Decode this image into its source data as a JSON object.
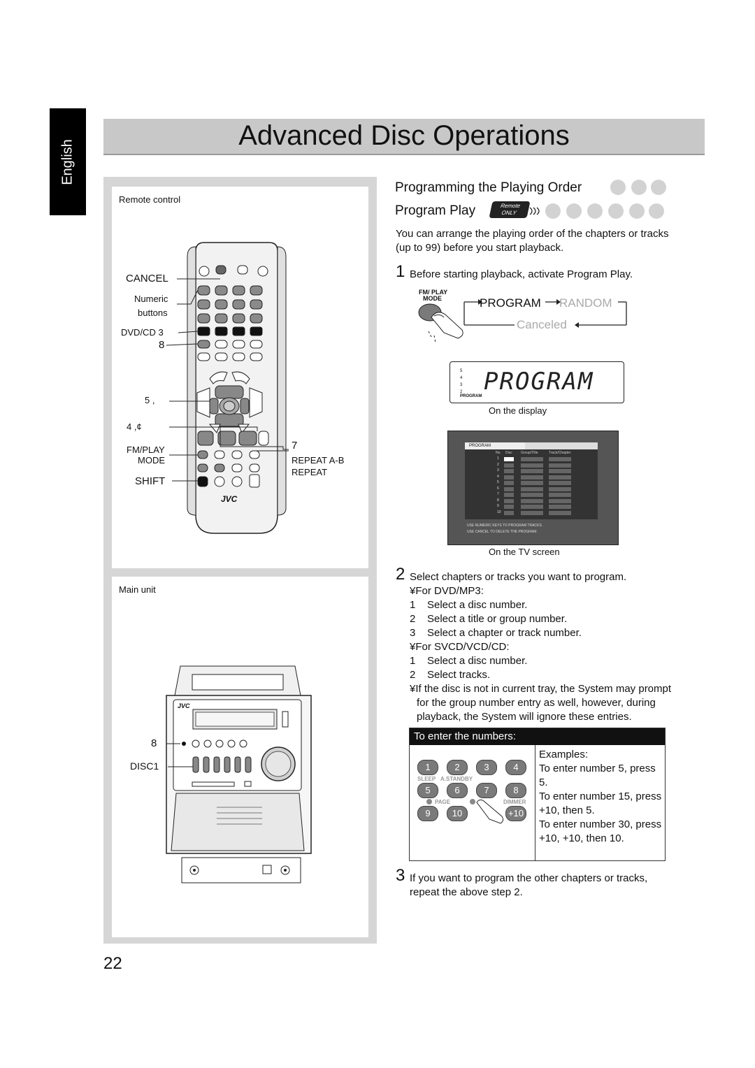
{
  "language_tab": "English",
  "page_title": "Advanced Disc Operations",
  "page_number": "22",
  "left": {
    "remote_label": "Remote control",
    "remote_callouts": {
      "cancel": "CANCEL",
      "numeric": "Numeric",
      "buttons": "buttons",
      "dvd_cd": "DVD/CD 3",
      "eight": "8",
      "five": "5 ,",
      "four": "4 ,¢",
      "fm_play": "FM/PLAY",
      "mode": "MODE",
      "shift": "SHIFT",
      "seven": "7",
      "repeat_ab": "REPEAT A-B",
      "repeat": "REPEAT",
      "brand": "JVC"
    },
    "main_label": "Main unit",
    "main_callouts": {
      "eight": "8",
      "disc1": "DISC1",
      "brand": "JVC"
    }
  },
  "right": {
    "heading1": "Programming the Playing Order",
    "heading2": "Program Play",
    "remote_only_badge": [
      "Remote",
      "ONLY"
    ],
    "intro": [
      "You can arrange the playing order of the chapters or tracks",
      "(up to 99) before you start playback."
    ],
    "step1": {
      "num": "1",
      "text": "Before starting playback, activate Program Play."
    },
    "fm_play_mode_label": [
      "FM/ PLAY",
      "MODE"
    ],
    "mode_cycle": {
      "program": "PROGRAM",
      "random": "RANDOM",
      "canceled": "Canceled"
    },
    "display": {
      "text": "PROGRAM",
      "levels": [
        "5",
        "4",
        "3",
        "2"
      ],
      "indicator": "PROGRAM",
      "caption": "On the display"
    },
    "tv": {
      "tab": "PROGRAM",
      "cols": [
        "No.",
        "Disc",
        "Group/Title",
        "Track/Chapter"
      ],
      "rows": [
        "1",
        "2",
        "3",
        "4",
        "5",
        "6",
        "7",
        "8",
        "9",
        "10"
      ],
      "msg1": "USE NUMERIC KEYS TO PROGRAM TRACKS.",
      "msg2": "USE CANCEL TO DELETE THE PROGRAM.",
      "caption": "On the TV screen"
    },
    "step2": {
      "num": "2",
      "text": "Select chapters or tracks you want to program.",
      "dvd_head": "¥For DVD/MP3:",
      "dvd_items": [
        [
          "1",
          "Select a disc number."
        ],
        [
          "2",
          "Select a title or group number."
        ],
        [
          "3",
          "Select a chapter or track number."
        ]
      ],
      "svcd_head": "¥For SVCD/VCD/CD:",
      "svcd_items": [
        [
          "1",
          "Select a disc number."
        ],
        [
          "2",
          "Select tracks."
        ]
      ],
      "note": [
        "¥If the disc is not in current tray, the System may prompt",
        "for the group number entry as well, however, during",
        "playback, the System will ignore these entries."
      ]
    },
    "numbers_box": {
      "header": "To enter the numbers:",
      "keys": [
        "1",
        "2",
        "3",
        "4",
        "5",
        "6",
        "7",
        "8",
        "9",
        "10",
        "+10"
      ],
      "key_labels": [
        "SLEEP",
        "A.STANDBY",
        "PAGE",
        "DIMMER"
      ],
      "examples": [
        "Examples:",
        "To enter number 5, press 5.",
        "To enter number 15, press",
        "+10, then 5.",
        "To enter number 30, press",
        "+10, +10, then 10."
      ]
    },
    "step3": {
      "num": "3",
      "lines": [
        "If you want to program the other chapters or tracks,",
        "repeat the above step 2."
      ]
    }
  }
}
